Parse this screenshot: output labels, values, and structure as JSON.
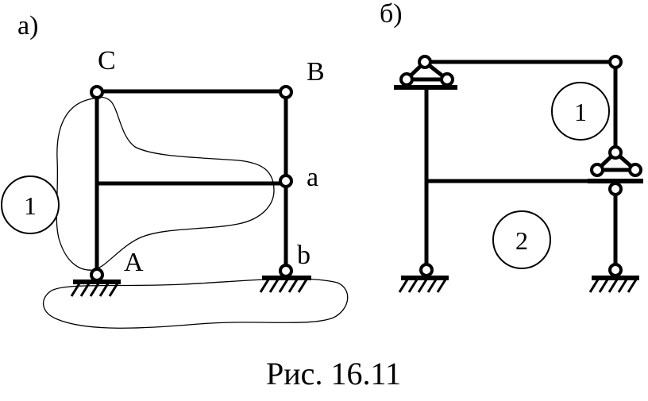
{
  "panel_a": {
    "label": "а)",
    "node_labels": {
      "C": "C",
      "B": "B",
      "a": "a",
      "A": "A",
      "b": "b"
    },
    "disk_label": "1"
  },
  "panel_b": {
    "label": "б)",
    "disk_labels": [
      "1",
      "2"
    ]
  },
  "caption": "Рис. 16.11"
}
